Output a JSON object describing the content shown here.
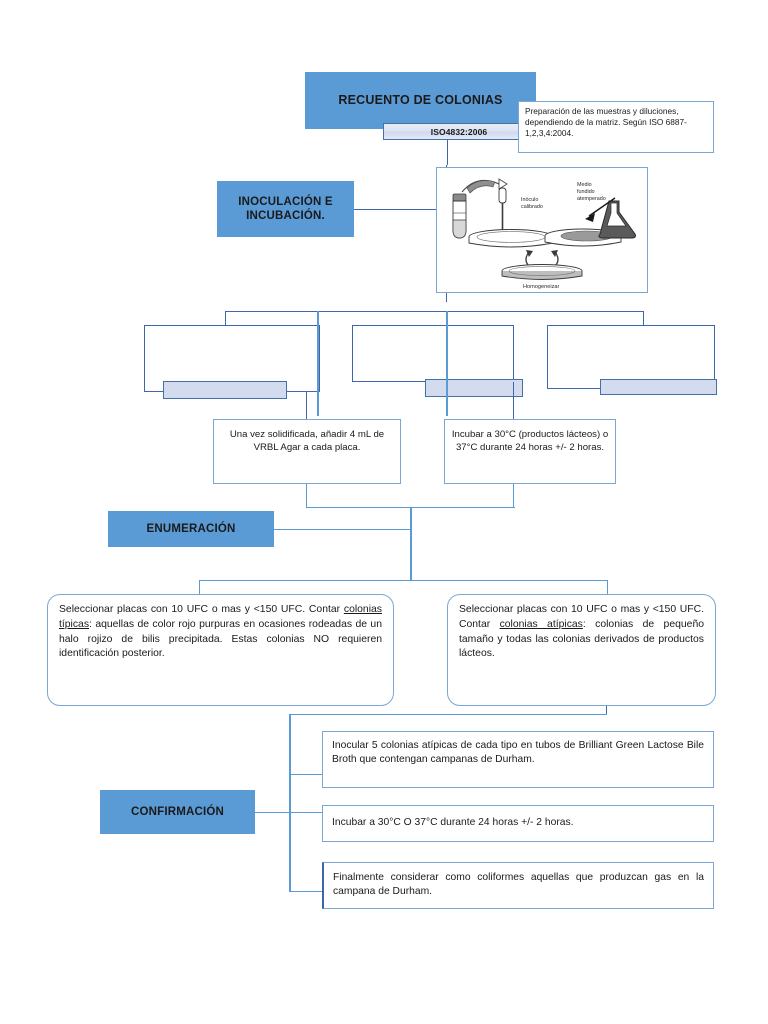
{
  "document": {
    "title": "RECUENTO DE COLONIAS",
    "standard_badge": "ISO4832:2006"
  },
  "header": {
    "title": "RECUENTO DE COLONIAS",
    "note": "Preparación de las muestras y diluciones, dependiendo de la matriz. Según ISO 6887-1,2,3,4:2004."
  },
  "sections": {
    "inoculation": {
      "label": "INOCULACIÓN E INCUBACIÓN."
    },
    "enumeration": {
      "label": "ENUMERACIÓN"
    },
    "confirmation": {
      "label": "CONFIRMACIÓN"
    }
  },
  "illustration": {
    "name": "lab-procedure-diagram",
    "labels": {
      "inoculum": "Inóculo calibrado",
      "medium": "Medio fundido atemperado",
      "homogenize": "Homogeneizar"
    }
  },
  "process_shells": [
    {
      "id": "shell-1",
      "text": ""
    },
    {
      "id": "shell-2",
      "text": ""
    },
    {
      "id": "shell-3",
      "text": ""
    }
  ],
  "steps": {
    "solidify": "Una vez solidificada, añadir 4 mL de VRBL Agar a cada placa.",
    "incubate": "Incubar a 30°C (productos lácteos) o 37°C durante 24 horas +/- 2 horas."
  },
  "enumeration_results": {
    "typical": {
      "lead": "Seleccionar placas con 10 UFC o mas y <150 UFC. Contar ",
      "emphasis": "colonias típicas",
      "tail": ": aquellas de color rojo purpuras en ocasiones rodeadas de un halo rojizo de bilis precipitada. Estas colonias NO requieren identificación posterior."
    },
    "atypical": {
      "lead": "Seleccionar placas con 10 UFC o mas y <150 UFC. Contar ",
      "emphasis": "colonias atípicas",
      "tail": ": colonias de pequeño tamaño y todas las colonias derivados de productos lácteos."
    }
  },
  "confirmation_steps": [
    "Inocular 5 colonias atípicas de cada tipo en tubos de Brilliant Green Lactose Bile Broth que contengan campanas de Durham.",
    "Incubar a 30°C O 37°C durante 24 horas +/- 2 horas.",
    "Finalmente considerar como coliformes aquellas que produzcan gas en la campana de Durham."
  ],
  "colors": {
    "accent": "#5B9BD5",
    "line": "#5B9BD5",
    "line_dark": "#3f66a8",
    "bar_fill": "#d3dcef",
    "border_light": "#7ba7d7"
  }
}
